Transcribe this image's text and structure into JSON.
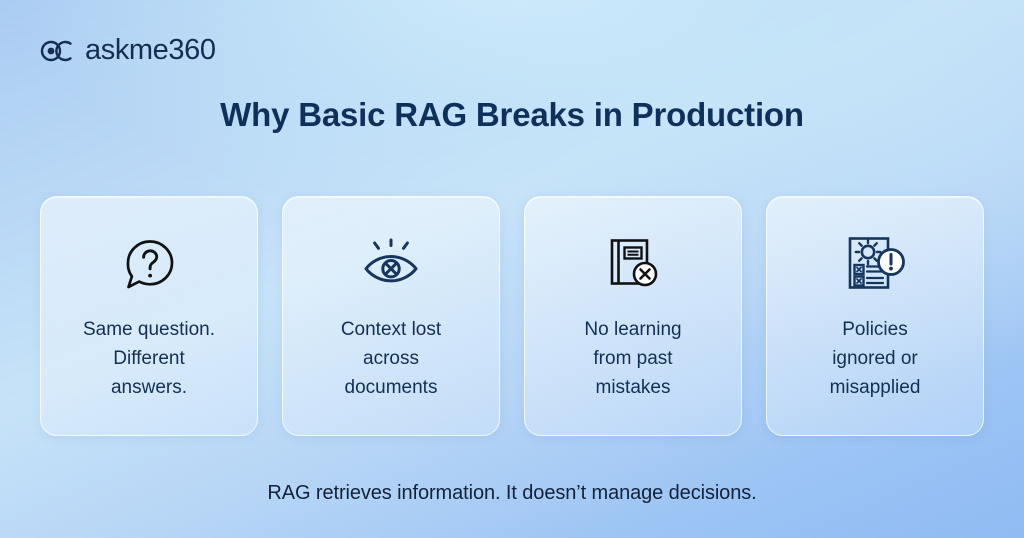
{
  "brand": {
    "name": "askme360",
    "mark_icon": "askme-circles-logo-icon"
  },
  "title": "Why Basic RAG Breaks in Production",
  "cards": [
    {
      "icon": "question-speech-bubble-icon",
      "text": "Same question.\nDifferent\nanswers."
    },
    {
      "icon": "eye-crossed-out-icon",
      "text": "Context lost\nacross\ndocuments"
    },
    {
      "icon": "book-with-error-badge-icon",
      "text": "No learning\nfrom past\nmistakes"
    },
    {
      "icon": "policy-document-warning-icon",
      "text": "Policies\nignored or\nmisapplied"
    }
  ],
  "footer": "RAG retrieves information. It doesn’t manage decisions.",
  "colors": {
    "title_navy": "#10305c",
    "body_navy": "#123055",
    "icon_dark": "#111111",
    "icon_navy": "#16365e",
    "background_light": "#c7e4fa",
    "background_mid": "#aacdf4",
    "background_deep": "#8fbcf5",
    "card_border": "#ffffff"
  }
}
